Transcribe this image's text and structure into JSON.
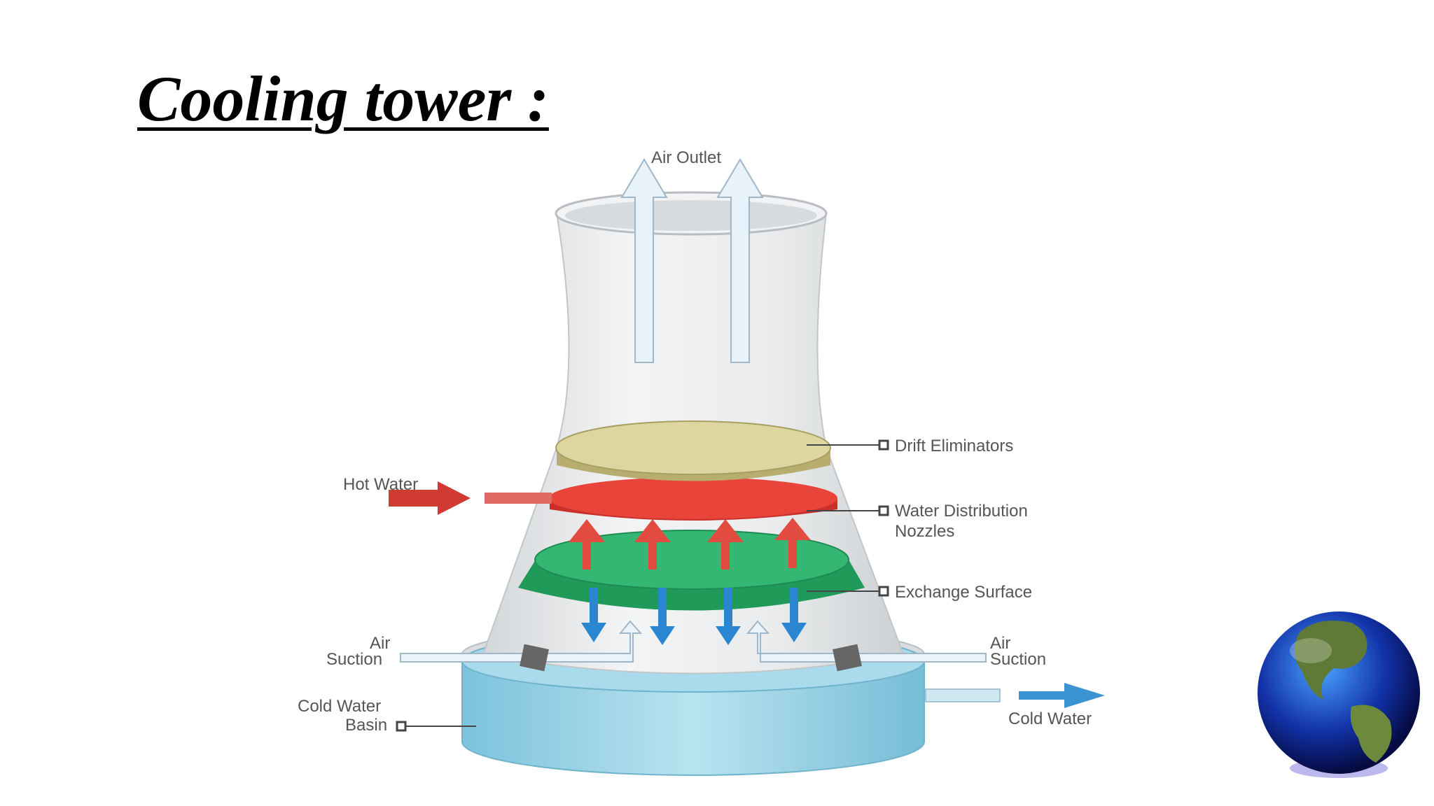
{
  "title": "Cooling tower :",
  "labels": {
    "air_outlet": "Air Outlet",
    "drift_eliminators": "Drift Eliminators",
    "water_distribution_1": "Water Distribution",
    "water_distribution_2": "Nozzles",
    "exchange_surface": "Exchange Surface",
    "hot_water": "Hot Water",
    "air_suction_left_1": "Air",
    "air_suction_left_2": "Suction",
    "air_suction_right_1": "Air",
    "air_suction_right_2": "Suction",
    "cold_water_basin_1": "Cold Water",
    "cold_water_basin_2": "Basin",
    "cold_water": "Cold Water"
  },
  "colors": {
    "drift_eliminators": "#d9d29a",
    "distribution": "#e8443a",
    "exchange": "#2fb06a",
    "water_arrow": "#2a86d1",
    "basin": "#8ccfe6",
    "tower": "#e6e8ea"
  },
  "icons": {
    "logo": "globe-icon"
  }
}
